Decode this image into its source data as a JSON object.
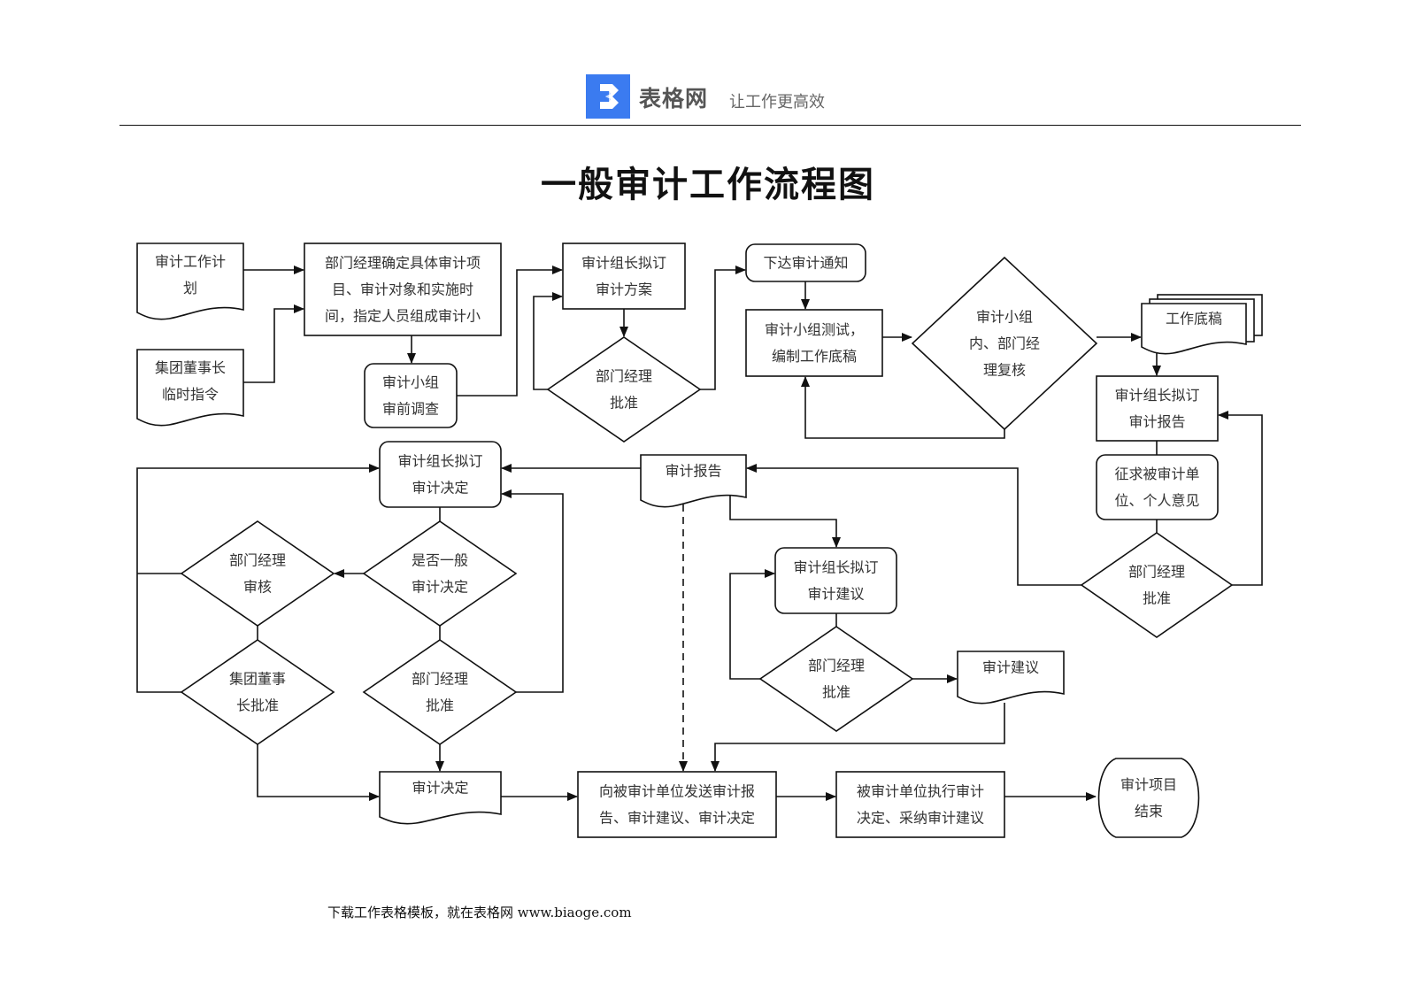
{
  "header": {
    "logo_icon": "biaoge-logo-icon",
    "brand": "表格网",
    "slogan": "让工作更高效"
  },
  "title": "一般审计工作流程图",
  "footer": "下载工作表格模板，就在表格网 www.biaoge.com",
  "colors": {
    "logo_blue": "#3b7bf0",
    "line": "#111111",
    "text": "#333333"
  },
  "nodes": {
    "plan": {
      "type": "document",
      "lines": [
        "审计工作计",
        "划"
      ]
    },
    "chairman_order": {
      "type": "document",
      "lines": [
        "集团董事长",
        "临时指令"
      ]
    },
    "manager_determine": {
      "type": "process",
      "lines": [
        "部门经理确定具体审计项",
        "目、审计对象和实施时",
        "间，指定人员组成审计小"
      ]
    },
    "pre_survey": {
      "type": "rounded",
      "lines": [
        "审计小组",
        "审前调查"
      ]
    },
    "draft_plan": {
      "type": "process",
      "lines": [
        "审计组长拟订",
        "审计方案"
      ]
    },
    "approve_plan": {
      "type": "decision",
      "lines": [
        "部门经理",
        "批准"
      ]
    },
    "notice": {
      "type": "rounded",
      "lines": [
        "下达审计通知"
      ]
    },
    "testing": {
      "type": "process",
      "lines": [
        "审计小组测试，",
        "编制工作底稿"
      ]
    },
    "review": {
      "type": "decision",
      "lines": [
        "审计小组",
        "内、部门经",
        "理复核"
      ]
    },
    "workpapers": {
      "type": "multi-document",
      "lines": [
        "工作底稿"
      ]
    },
    "draft_report": {
      "type": "process",
      "lines": [
        "审计组长拟订",
        "审计报告"
      ]
    },
    "solicit": {
      "type": "rounded",
      "lines": [
        "征求被审计单",
        "位、个人意见"
      ]
    },
    "approve_report": {
      "type": "decision",
      "lines": [
        "部门经理",
        "批准"
      ]
    },
    "report_doc": {
      "type": "document",
      "lines": [
        "审计报告"
      ]
    },
    "draft_decision": {
      "type": "rounded",
      "lines": [
        "审计组长拟订",
        "审计决定"
      ]
    },
    "is_general": {
      "type": "decision",
      "lines": [
        "是否一般",
        "审计决定"
      ]
    },
    "manager_review": {
      "type": "decision",
      "lines": [
        "部门经理",
        "审核"
      ]
    },
    "chairman_approve": {
      "type": "decision",
      "lines": [
        "集团董事",
        "长批准"
      ]
    },
    "approve_decision": {
      "type": "decision",
      "lines": [
        "部门经理",
        "批准"
      ]
    },
    "decision_doc": {
      "type": "document",
      "lines": [
        "审计决定"
      ]
    },
    "draft_suggest": {
      "type": "rounded",
      "lines": [
        "审计组长拟订",
        "审计建议"
      ]
    },
    "approve_suggest": {
      "type": "decision",
      "lines": [
        "部门经理",
        "批准"
      ]
    },
    "suggest_doc": {
      "type": "document",
      "lines": [
        "审计建议"
      ]
    },
    "send": {
      "type": "process",
      "lines": [
        "向被审计单位发送审计报",
        "告、审计建议、审计决定"
      ]
    },
    "execute": {
      "type": "process",
      "lines": [
        "被审计单位执行审计",
        "决定、采纳审计建议"
      ]
    },
    "end": {
      "type": "terminal",
      "lines": [
        "审计项目",
        "结束"
      ]
    }
  }
}
